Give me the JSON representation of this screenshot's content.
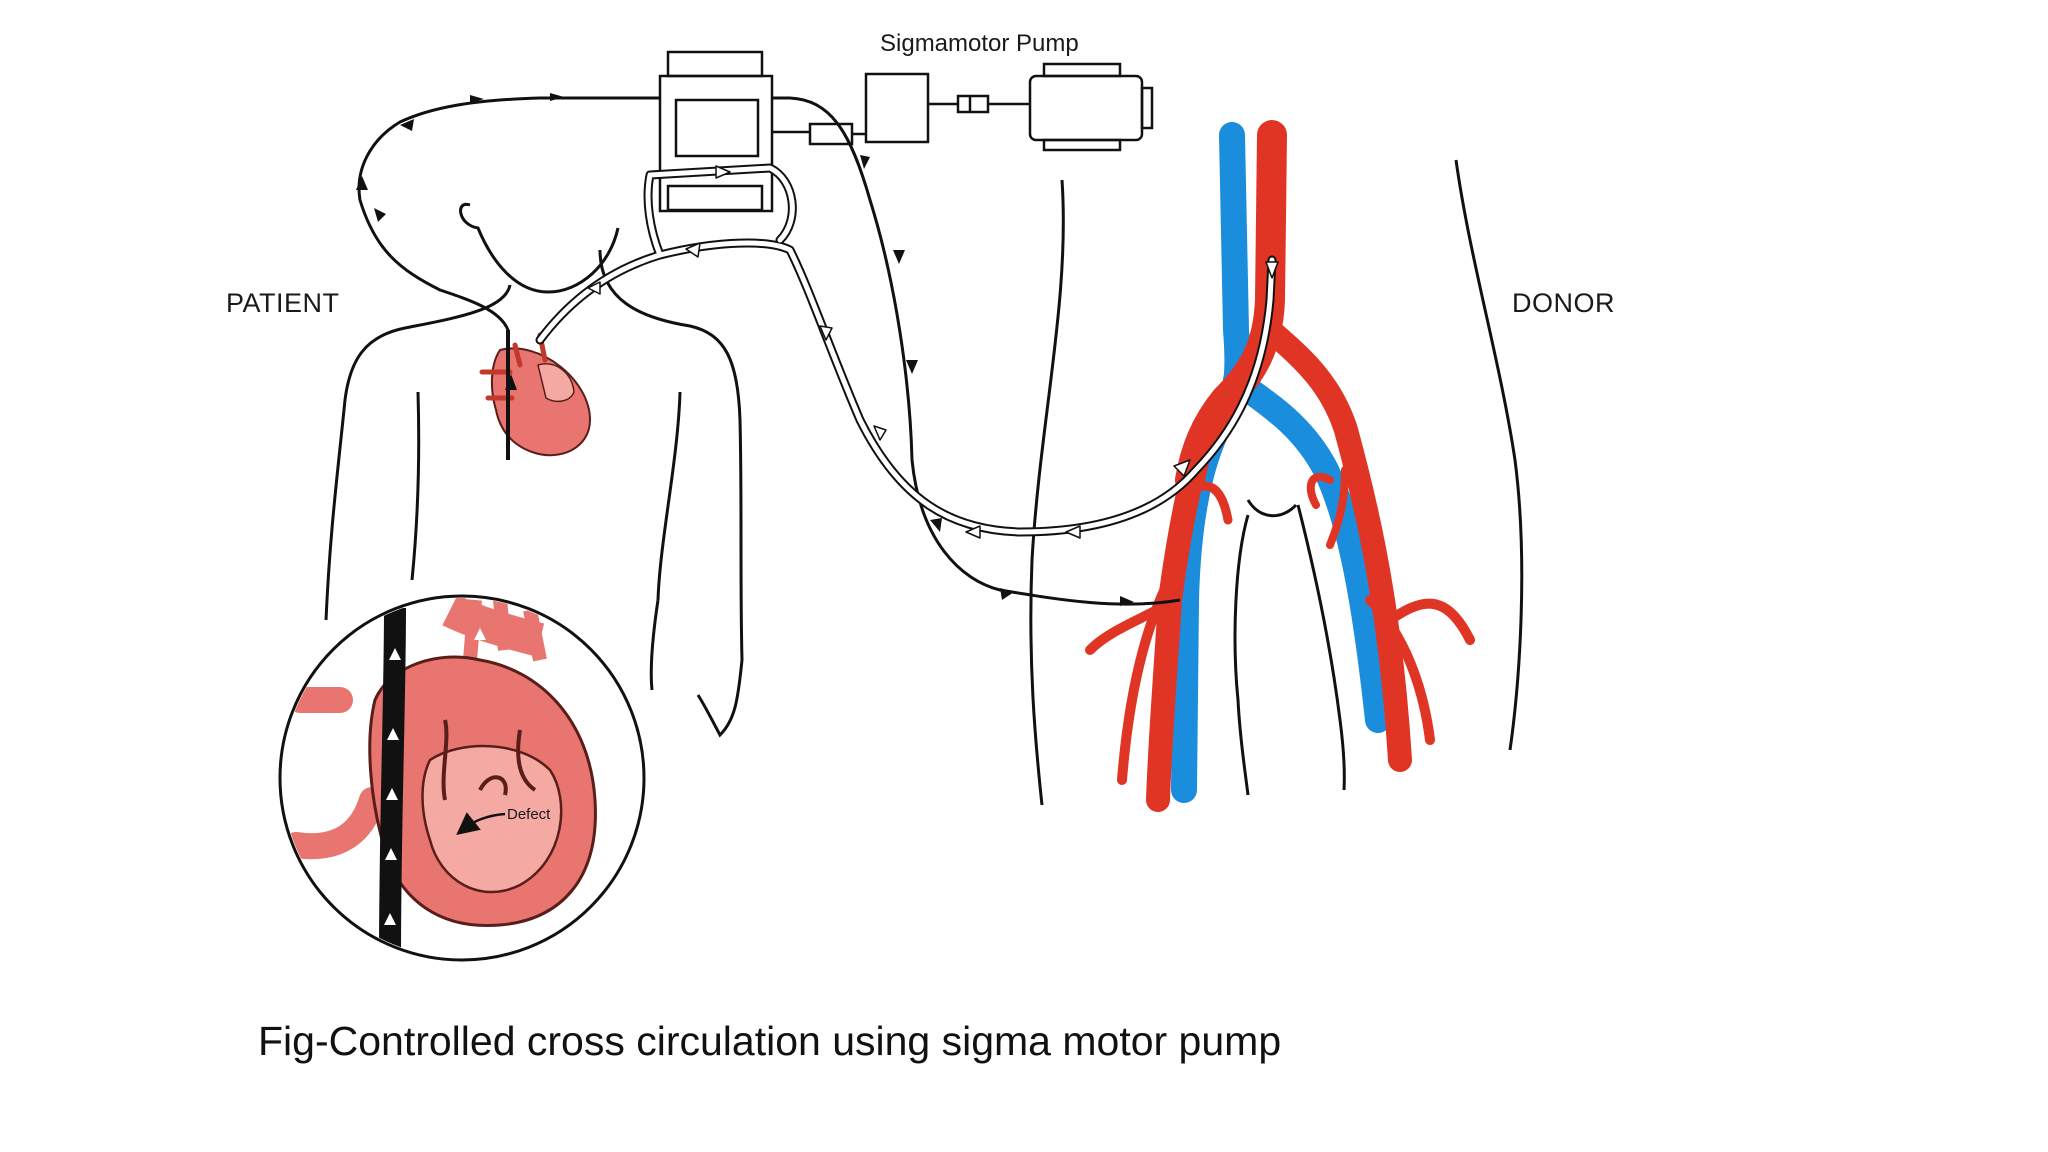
{
  "labels": {
    "pump": "Sigmamotor Pump",
    "patient": "PATIENT",
    "donor": "DONOR",
    "defect": "Defect",
    "caption": "Fig-Controlled cross circulation using sigma motor pump"
  },
  "colors": {
    "artery": "#e03525",
    "vein": "#1a8ddc",
    "heart": "#e8756f",
    "heart_light": "#f4a9a3",
    "line": "#111111"
  }
}
